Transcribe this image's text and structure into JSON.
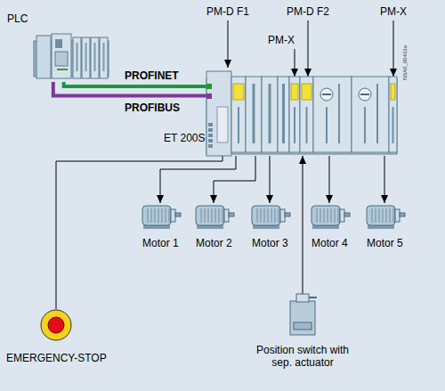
{
  "diagram": {
    "nodes": [
      {
        "text": [
          "PLC"
        ]
      },
      {
        "text": [
          "ET 200S"
        ]
      },
      {
        "text": [
          "Motor 1"
        ]
      },
      {
        "text": [
          "Motor 2"
        ]
      },
      {
        "text": [
          "Motor 3"
        ]
      },
      {
        "text": [
          "Motor 4"
        ]
      },
      {
        "text": [
          "Motor 5"
        ]
      },
      {
        "text": [
          "EMERGENCY-STOP"
        ]
      },
      {
        "text": [
          "Position switch with sep. actuator"
        ]
      }
    ],
    "edges": [
      {
        "from": 0,
        "to": 1,
        "label": "PROFINET",
        "arrow": "none"
      },
      {
        "from": 0,
        "to": 1,
        "label": "PROFIBUS",
        "arrow": "none"
      },
      {
        "from": 1,
        "to": 2,
        "arrow": "to"
      },
      {
        "from": 1,
        "to": 3,
        "arrow": "to"
      },
      {
        "from": 1,
        "to": 4,
        "arrow": "to"
      },
      {
        "from": 1,
        "to": 5,
        "arrow": "to"
      },
      {
        "from": 1,
        "to": 6,
        "arrow": "to"
      },
      {
        "from": 1,
        "to": 7,
        "arrow": "none"
      },
      {
        "from": 8,
        "to": 1,
        "arrow": "to"
      }
    ],
    "labels": [
      "PM-D F1",
      "PM-D F2",
      "PM-X",
      "PM-X",
      "NSA0_00433a"
    ]
  }
}
